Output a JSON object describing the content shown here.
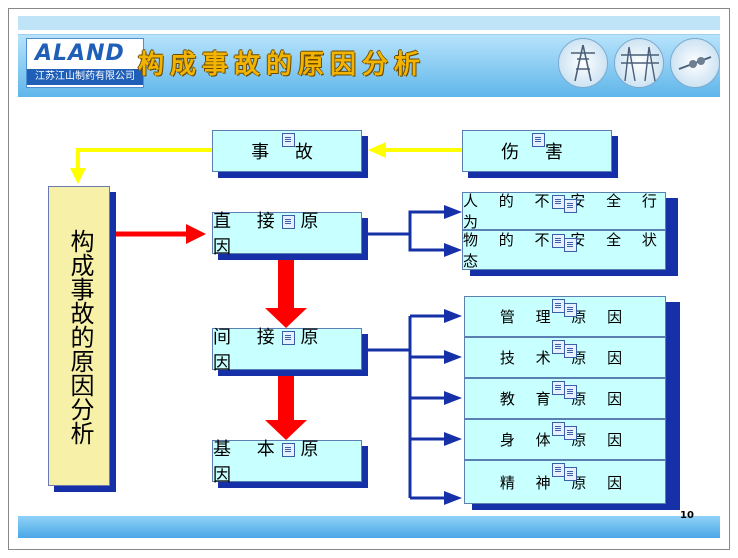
{
  "header": {
    "logo_mark": "ALAND",
    "company": "江苏江山制药有限公司",
    "title": "构成事故的原因分析"
  },
  "diagram": {
    "vertical_box": "构成事故的原因分析",
    "accident": "事 故",
    "injury": "伤 害",
    "direct_cause": "直 接 原 因",
    "indirect_cause": "间 接 原 因",
    "basic_cause": "基 本 原 因",
    "direct_items": [
      "人 的 不 安 全 行 为",
      "物 的 不 安 全 状 态"
    ],
    "indirect_items": [
      "管 理 原 因",
      "技 术 原 因",
      "教 育 原 因",
      "身 体 原 因",
      "精 神 原 因"
    ]
  },
  "colors": {
    "arrow_red": "#ff0000",
    "arrow_yellow": "#ffff00",
    "connector_blue": "#1630a8",
    "box_fill": "#c8ffff",
    "vertical_fill": "#f6f0a8"
  },
  "footer": {
    "page_number": "10"
  }
}
